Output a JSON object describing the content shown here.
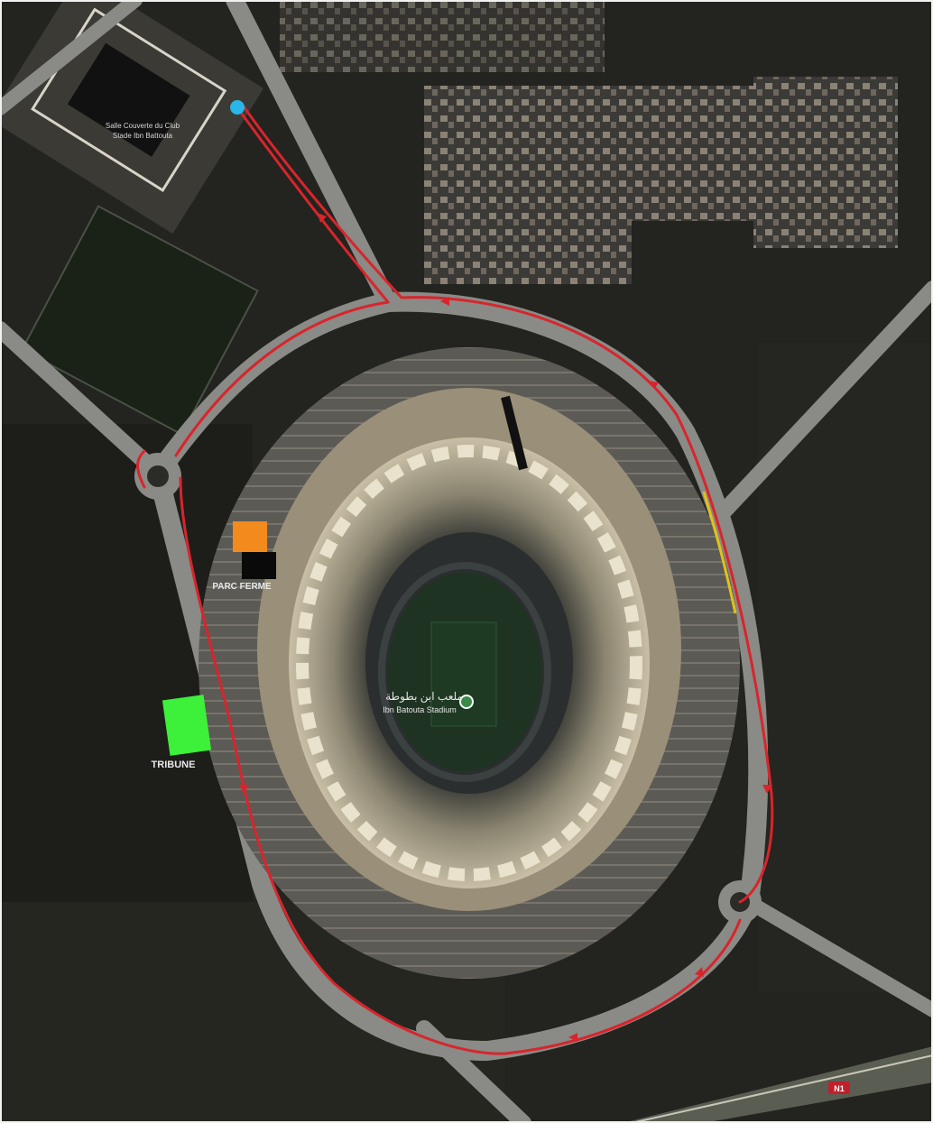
{
  "labels": {
    "salle_line1": "Salle Couverte du Club",
    "salle_line2": "Stade Ibn Battouta",
    "parc_ferme": "PARC FERME",
    "tribune": "TRIBUNE",
    "stadium_arabic": "ملعب ابن بطوطة",
    "stadium_latin": "Ibn Batouta Stadium",
    "highway_shield": "N1"
  },
  "colors": {
    "route": "#d8252c",
    "route_secondary": "#e0c21a",
    "start_marker": "#29b6e8",
    "parc_ferme_top": "#f28a1e",
    "parc_ferme_bottom": "#0a0a0a",
    "tribune": "#3df03a",
    "shield": "#c0202a"
  }
}
